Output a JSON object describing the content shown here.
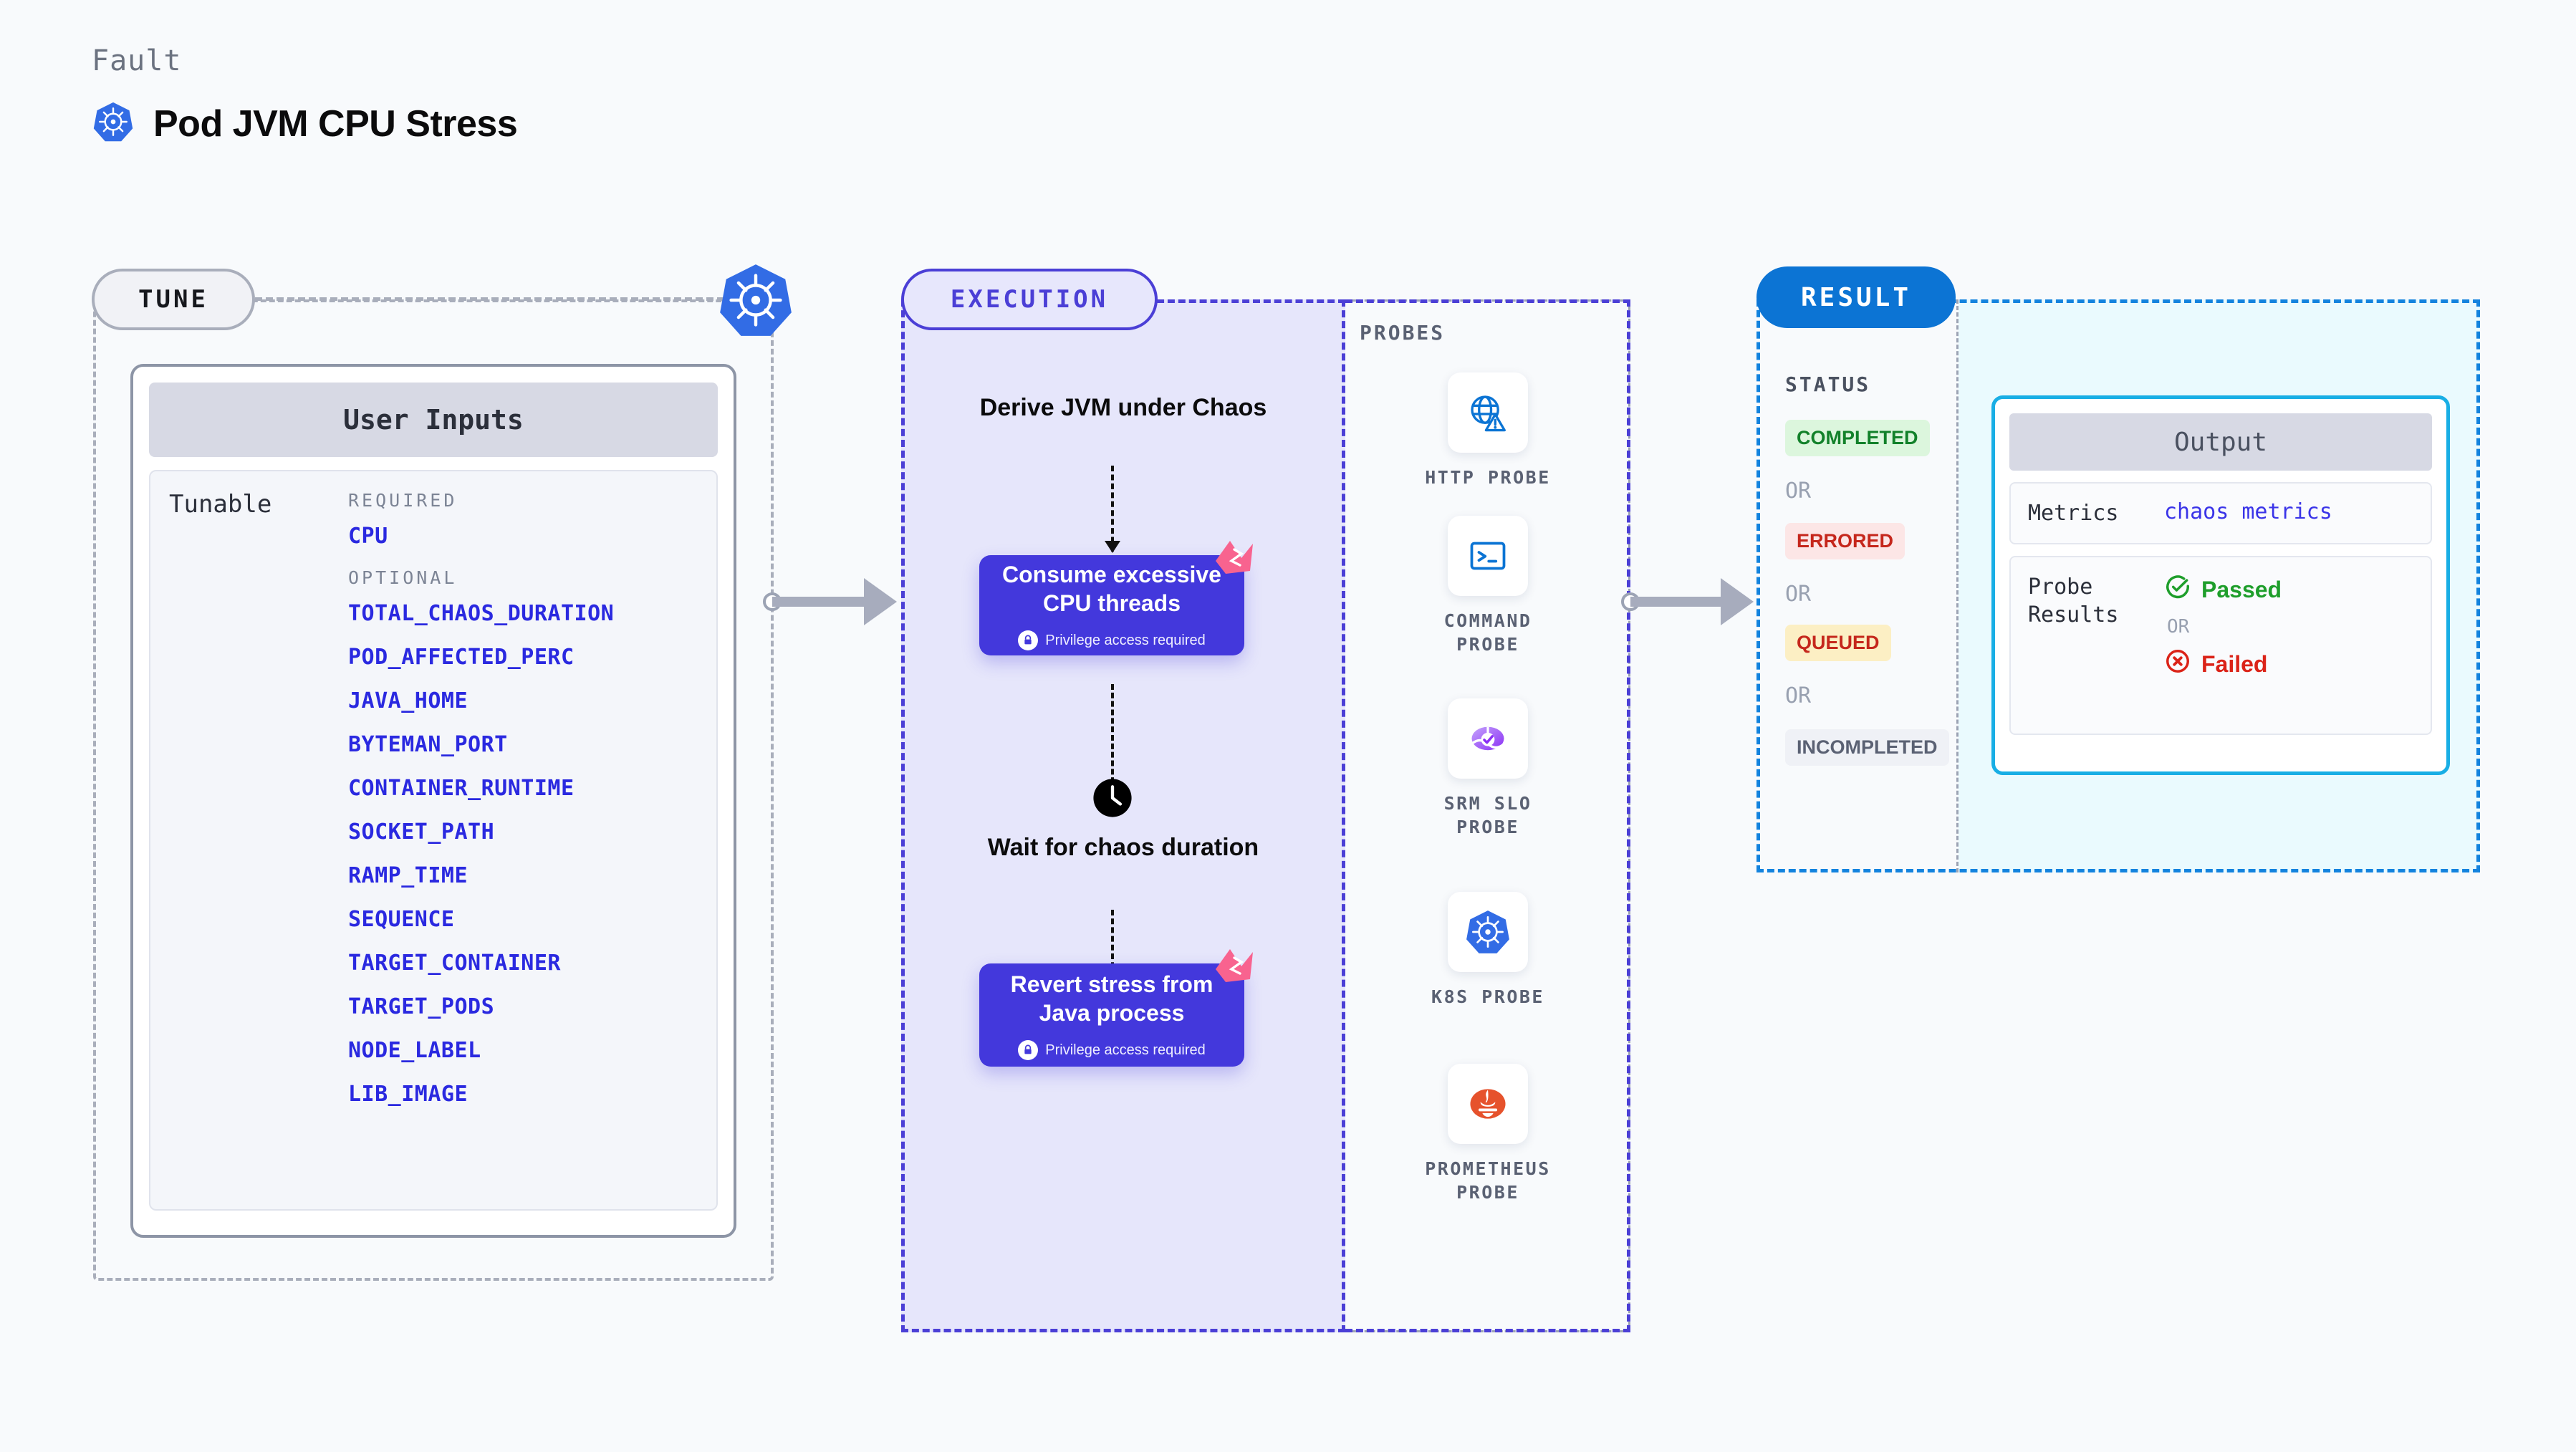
{
  "header": {
    "kicker": "Fault",
    "title": "Pod JVM CPU Stress",
    "icon": "kubernetes-icon"
  },
  "tune": {
    "badge": "TUNE",
    "panel_icon": "kubernetes-icon",
    "card_title": "User Inputs",
    "tunable_label": "Tunable",
    "groups": [
      {
        "title": "REQUIRED",
        "params": [
          "CPU"
        ]
      },
      {
        "title": "OPTIONAL",
        "params": [
          "TOTAL_CHAOS_DURATION",
          "POD_AFFECTED_PERC",
          "JAVA_HOME",
          "BYTEMAN_PORT",
          "CONTAINER_RUNTIME",
          "SOCKET_PATH",
          "RAMP_TIME",
          "SEQUENCE",
          "TARGET_CONTAINER",
          "TARGET_PODS",
          "NODE_LABEL",
          "LIB_IMAGE"
        ]
      }
    ]
  },
  "execution": {
    "badge": "EXECUTION",
    "step_derive": "Derive JVM under Chaos",
    "card_consume": {
      "title": "Consume excessive CPU threads",
      "note": "Privilege access required",
      "note_icon": "lock-icon",
      "corner_icon": "chaos-logo-icon"
    },
    "step_wait": "Wait for chaos duration",
    "wait_icon": "clock-icon",
    "card_revert": {
      "title": "Revert stress from Java process",
      "note": "Privilege access required",
      "note_icon": "lock-icon",
      "corner_icon": "chaos-logo-icon"
    }
  },
  "probes": {
    "label": "PROBES",
    "items": [
      {
        "label": "HTTP PROBE",
        "icon": "globe-warning-icon"
      },
      {
        "label": "COMMAND PROBE",
        "icon": "terminal-icon"
      },
      {
        "label": "SRM SLO PROBE",
        "icon": "srm-slo-icon"
      },
      {
        "label": "K8S PROBE",
        "icon": "kubernetes-icon"
      },
      {
        "label": "PROMETHEUS PROBE",
        "icon": "prometheus-icon"
      }
    ]
  },
  "result": {
    "badge": "RESULT",
    "status_label": "STATUS",
    "or_text": "OR",
    "statuses": [
      {
        "label": "COMPLETED"
      },
      {
        "label": "ERRORED"
      },
      {
        "label": "QUEUED"
      },
      {
        "label": "INCOMPLETED"
      }
    ],
    "output": {
      "title": "Output",
      "metrics_key": "Metrics",
      "metrics_value": "chaos metrics",
      "probe_results_key": "Probe Results",
      "passed": "Passed",
      "failed": "Failed",
      "or_text": "OR",
      "passed_icon": "check-circle-icon",
      "failed_icon": "x-circle-icon"
    }
  },
  "colors": {
    "background": "#F8FAFC",
    "card_purple": "#4338DC",
    "execution_bg": "#E6E6FB",
    "execution_border": "#4B3FD6",
    "result_border": "#1383DE",
    "result_bg": "#EAFAFE",
    "output_border": "#18AEE5",
    "k8s_blue": "#326CE5",
    "param_blue": "#2A29E0",
    "chaos_pink": "#F8638F",
    "status_completed": "#12812A",
    "status_errored": "#C5271C",
    "status_queued": "#C5271C",
    "status_incompleted": "#5A6173"
  }
}
